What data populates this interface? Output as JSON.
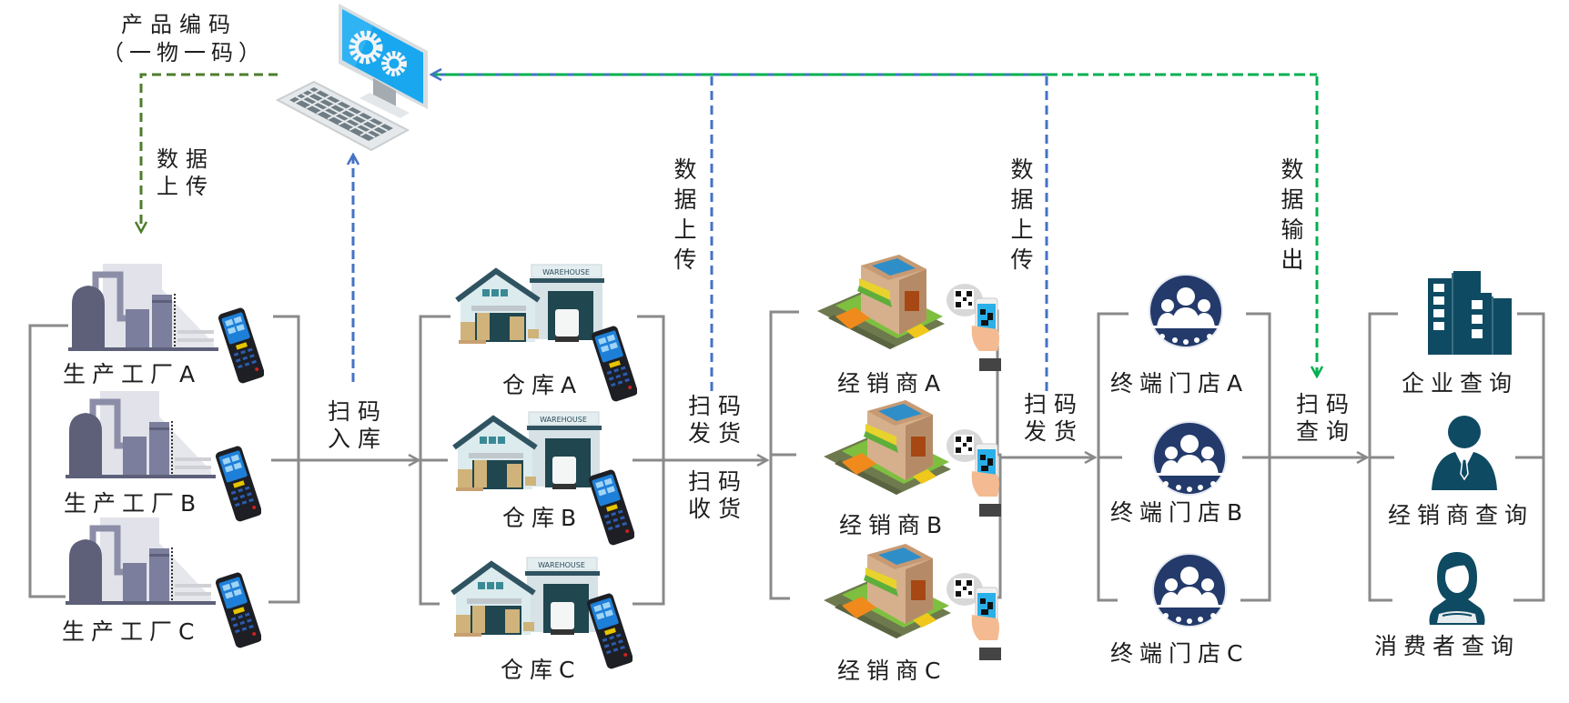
{
  "title": "一物一码 供应链追溯流程",
  "colors": {
    "connector": "#8a8a8a",
    "upload_dash": "#4472c4",
    "encode_dash": "#4e7d2c",
    "output_dash": "#00b050",
    "icon_dark": "#0f4a63",
    "store_icon": "#233a6b"
  },
  "system": {
    "icon": "computer-gear-icon",
    "encode_label_line1": "产品编码",
    "encode_label_line2": "（一物一码）",
    "upload_label_factory": "数据\n上传"
  },
  "stages": {
    "factories": {
      "items": [
        {
          "label": "生产工厂A",
          "icon": "factory-icon",
          "device": "barcode-scanner-icon"
        },
        {
          "label": "生产工厂B",
          "icon": "factory-icon",
          "device": "barcode-scanner-icon"
        },
        {
          "label": "生产工厂C",
          "icon": "factory-icon",
          "device": "barcode-scanner-icon"
        }
      ]
    },
    "warehouses": {
      "items": [
        {
          "label": "仓库A",
          "icon": "warehouse-icon",
          "device": "barcode-scanner-icon"
        },
        {
          "label": "仓库B",
          "icon": "warehouse-icon",
          "device": "barcode-scanner-icon"
        },
        {
          "label": "仓库C",
          "icon": "warehouse-icon",
          "device": "barcode-scanner-icon"
        }
      ]
    },
    "dealers": {
      "items": [
        {
          "label": "经销商A",
          "icon": "shop-building-icon",
          "device": "phone-qr-scan-icon"
        },
        {
          "label": "经销商B",
          "icon": "shop-building-icon",
          "device": "phone-qr-scan-icon"
        },
        {
          "label": "经销商C",
          "icon": "shop-building-icon",
          "device": "phone-qr-scan-icon"
        }
      ]
    },
    "stores": {
      "items": [
        {
          "label": "终端门店A",
          "icon": "group-people-icon"
        },
        {
          "label": "终端门店B",
          "icon": "group-people-icon"
        },
        {
          "label": "终端门店C",
          "icon": "group-people-icon"
        }
      ]
    },
    "queries": {
      "items": [
        {
          "label": "企业查询",
          "icon": "office-building-icon"
        },
        {
          "label": "经销商查询",
          "icon": "businessman-icon"
        },
        {
          "label": "消费者查询",
          "icon": "woman-consumer-icon"
        }
      ]
    }
  },
  "transitions": {
    "factory_to_warehouse": "扫码\n入库",
    "warehouse_to_dealer_top": "扫码\n发货",
    "warehouse_to_dealer_bottom": "扫码\n收货",
    "dealer_to_store": "扫码\n发货",
    "store_to_query": "扫码\n查询"
  },
  "uploads": {
    "warehouse_upload": "数据上传",
    "dealer_upload": "数据上传",
    "data_output": "数据输出"
  }
}
